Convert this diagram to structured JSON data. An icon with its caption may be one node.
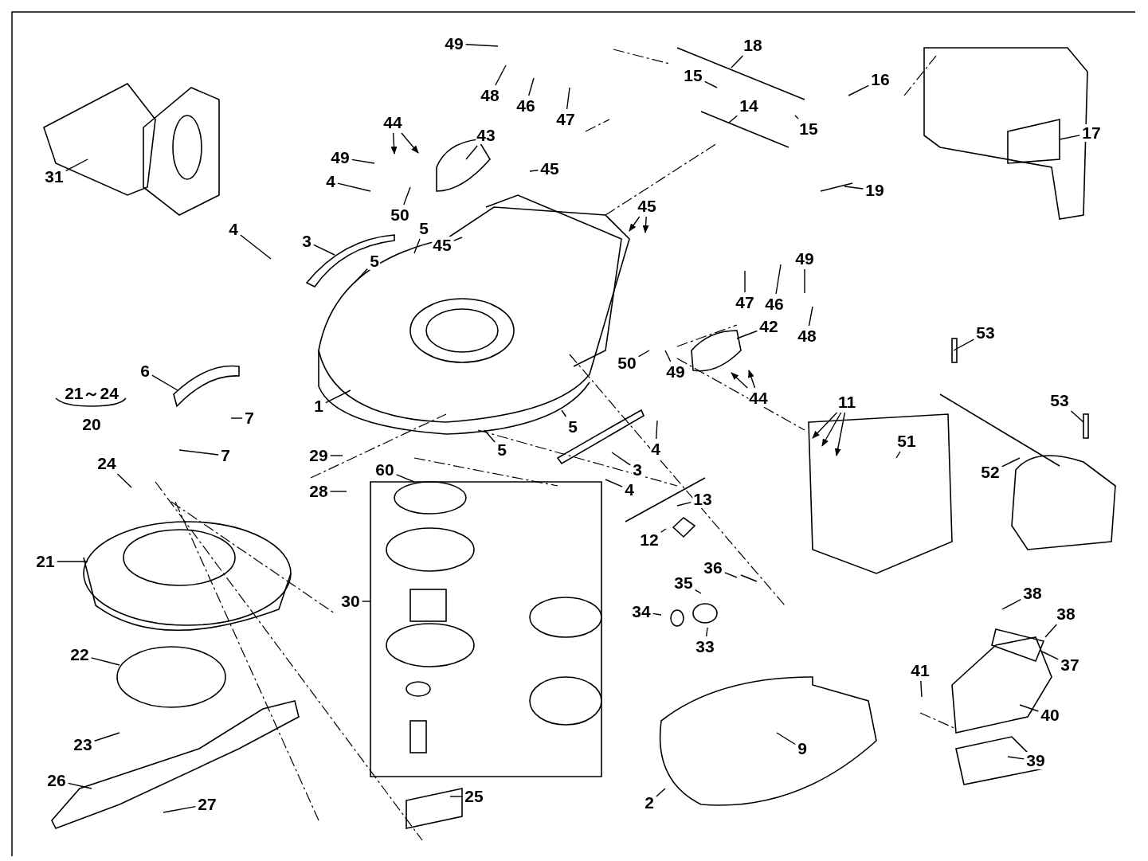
{
  "diagram": {
    "nodes": [
      {
        "text": [
          "31"
        ]
      },
      {
        "text": [
          "49"
        ]
      },
      {
        "text": [
          "48"
        ]
      },
      {
        "text": [
          "46"
        ]
      },
      {
        "text": [
          "47"
        ]
      },
      {
        "text": [
          "18"
        ]
      },
      {
        "text": [
          "15"
        ]
      },
      {
        "text": [
          "14"
        ]
      },
      {
        "text": [
          "15"
        ]
      },
      {
        "text": [
          "16"
        ]
      },
      {
        "text": [
          "17"
        ]
      },
      {
        "text": [
          "19"
        ]
      },
      {
        "text": [
          "44"
        ]
      },
      {
        "text": [
          "43"
        ]
      },
      {
        "text": [
          "49"
        ]
      },
      {
        "text": [
          "45"
        ]
      },
      {
        "text": [
          "4"
        ]
      },
      {
        "text": [
          "50"
        ]
      },
      {
        "text": [
          "5"
        ]
      },
      {
        "text": [
          "45"
        ]
      },
      {
        "text": [
          "45"
        ]
      },
      {
        "text": [
          "4"
        ]
      },
      {
        "text": [
          "3"
        ]
      },
      {
        "text": [
          "5"
        ]
      },
      {
        "text": [
          "49"
        ]
      },
      {
        "text": [
          "47"
        ]
      },
      {
        "text": [
          "46"
        ]
      },
      {
        "text": [
          "48"
        ]
      },
      {
        "text": [
          "53"
        ]
      },
      {
        "text": [
          "42"
        ]
      },
      {
        "text": [
          "50"
        ]
      },
      {
        "text": [
          "49"
        ]
      },
      {
        "text": [
          "44"
        ]
      },
      {
        "text": [
          "6"
        ]
      },
      {
        "text": [
          "1"
        ]
      },
      {
        "text": [
          "7"
        ]
      },
      {
        "text": [
          "7"
        ]
      },
      {
        "text": [
          "5"
        ]
      },
      {
        "text": [
          "5"
        ]
      },
      {
        "text": [
          "4"
        ]
      },
      {
        "text": [
          "3"
        ]
      },
      {
        "text": [
          "4"
        ]
      },
      {
        "text": [
          "11"
        ]
      },
      {
        "text": [
          "51"
        ]
      },
      {
        "text": [
          "53"
        ]
      },
      {
        "text": [
          "52"
        ]
      },
      {
        "text": [
          "29"
        ]
      },
      {
        "text": [
          "28"
        ]
      },
      {
        "text": [
          "60"
        ]
      },
      {
        "text": [
          "24"
        ]
      },
      {
        "text": [
          "13"
        ]
      },
      {
        "text": [
          "12"
        ]
      },
      {
        "text": [
          "21"
        ]
      },
      {
        "text": [
          "30"
        ]
      },
      {
        "text": [
          "36"
        ]
      },
      {
        "text": [
          "35"
        ]
      },
      {
        "text": [
          "34"
        ]
      },
      {
        "text": [
          "33"
        ]
      },
      {
        "text": [
          "38"
        ]
      },
      {
        "text": [
          "38"
        ]
      },
      {
        "text": [
          "37"
        ]
      },
      {
        "text": [
          "22"
        ]
      },
      {
        "text": [
          "41"
        ]
      },
      {
        "text": [
          "40"
        ]
      },
      {
        "text": [
          "23"
        ]
      },
      {
        "text": [
          "9"
        ]
      },
      {
        "text": [
          "39"
        ]
      },
      {
        "text": [
          "26"
        ]
      },
      {
        "text": [
          "27"
        ]
      },
      {
        "text": [
          "25"
        ]
      },
      {
        "text": [
          "2"
        ]
      }
    ],
    "edges": [
      {
        "from": 0,
        "to": null,
        "arrow": "none"
      },
      {
        "from": 1,
        "to": null,
        "arrow": "none"
      },
      {
        "from": 2,
        "to": null,
        "arrow": "none"
      },
      {
        "from": 3,
        "to": null,
        "arrow": "none"
      },
      {
        "from": 4,
        "to": null,
        "arrow": "none"
      },
      {
        "from": 5,
        "to": null,
        "arrow": "none"
      },
      {
        "from": 6,
        "to": null,
        "arrow": "none"
      },
      {
        "from": 7,
        "to": null,
        "arrow": "none"
      },
      {
        "from": 8,
        "to": null,
        "arrow": "none"
      },
      {
        "from": 9,
        "to": null,
        "arrow": "none"
      },
      {
        "from": 10,
        "to": null,
        "arrow": "none"
      },
      {
        "from": 11,
        "to": null,
        "arrow": "none"
      },
      {
        "from": 12,
        "to": null,
        "arrow": "to"
      },
      {
        "from": 12,
        "to": null,
        "arrow": "to"
      },
      {
        "from": 13,
        "to": null,
        "arrow": "none"
      },
      {
        "from": 14,
        "to": null,
        "arrow": "none"
      },
      {
        "from": 15,
        "to": null,
        "arrow": "none"
      },
      {
        "from": 16,
        "to": null,
        "arrow": "none"
      },
      {
        "from": 17,
        "to": null,
        "arrow": "none"
      },
      {
        "from": 18,
        "to": null,
        "arrow": "none"
      },
      {
        "from": 19,
        "to": null,
        "arrow": "none"
      },
      {
        "from": 20,
        "to": null,
        "arrow": "to"
      },
      {
        "from": 20,
        "to": null,
        "arrow": "to"
      },
      {
        "from": 21,
        "to": null,
        "arrow": "none"
      },
      {
        "from": 22,
        "to": null,
        "arrow": "none"
      },
      {
        "from": 23,
        "to": null,
        "arrow": "none"
      },
      {
        "from": 24,
        "to": null,
        "arrow": "none"
      },
      {
        "from": 25,
        "to": null,
        "arrow": "none"
      },
      {
        "from": 26,
        "to": null,
        "arrow": "none"
      },
      {
        "from": 27,
        "to": null,
        "arrow": "none"
      },
      {
        "from": 28,
        "to": null,
        "arrow": "none"
      },
      {
        "from": 29,
        "to": null,
        "arrow": "none"
      },
      {
        "from": 30,
        "to": null,
        "arrow": "none"
      },
      {
        "from": 31,
        "to": null,
        "arrow": "none"
      },
      {
        "from": 32,
        "to": null,
        "arrow": "to"
      },
      {
        "from": 32,
        "to": null,
        "arrow": "to"
      },
      {
        "from": 33,
        "to": null,
        "arrow": "none"
      },
      {
        "from": 34,
        "to": null,
        "arrow": "none"
      },
      {
        "from": 35,
        "to": null,
        "arrow": "none"
      },
      {
        "from": 36,
        "to": null,
        "arrow": "none"
      },
      {
        "from": 37,
        "to": null,
        "arrow": "none"
      },
      {
        "from": 38,
        "to": null,
        "arrow": "none"
      },
      {
        "from": 39,
        "to": null,
        "arrow": "none"
      },
      {
        "from": 40,
        "to": null,
        "arrow": "none"
      },
      {
        "from": 41,
        "to": null,
        "arrow": "none"
      },
      {
        "from": 42,
        "to": null,
        "arrow": "to"
      },
      {
        "from": 42,
        "to": null,
        "arrow": "to"
      },
      {
        "from": 42,
        "to": null,
        "arrow": "to"
      },
      {
        "from": 43,
        "to": null,
        "arrow": "none"
      },
      {
        "from": 44,
        "to": null,
        "arrow": "none"
      },
      {
        "from": 45,
        "to": null,
        "arrow": "none"
      },
      {
        "from": 46,
        "to": null,
        "arrow": "none"
      },
      {
        "from": 47,
        "to": null,
        "arrow": "none"
      },
      {
        "from": 48,
        "to": null,
        "arrow": "none"
      },
      {
        "from": 49,
        "to": null,
        "arrow": "none"
      },
      {
        "from": 50,
        "to": null,
        "arrow": "none"
      },
      {
        "from": 51,
        "to": null,
        "arrow": "none"
      },
      {
        "from": 52,
        "to": null,
        "arrow": "none"
      },
      {
        "from": 53,
        "to": null,
        "arrow": "none"
      },
      {
        "from": 54,
        "to": null,
        "arrow": "none"
      },
      {
        "from": 55,
        "to": null,
        "arrow": "none"
      },
      {
        "from": 56,
        "to": null,
        "arrow": "none"
      },
      {
        "from": 57,
        "to": null,
        "arrow": "none"
      },
      {
        "from": 58,
        "to": null,
        "arrow": "none"
      },
      {
        "from": 59,
        "to": null,
        "arrow": "none"
      },
      {
        "from": 60,
        "to": null,
        "arrow": "none"
      },
      {
        "from": 61,
        "to": null,
        "arrow": "none"
      },
      {
        "from": 62,
        "to": null,
        "arrow": "none"
      },
      {
        "from": 63,
        "to": null,
        "arrow": "none"
      },
      {
        "from": 64,
        "to": null,
        "arrow": "none"
      },
      {
        "from": 65,
        "to": null,
        "arrow": "none"
      },
      {
        "from": 66,
        "to": null,
        "arrow": "none"
      },
      {
        "from": 67,
        "to": null,
        "arrow": "none"
      },
      {
        "from": 68,
        "to": null,
        "arrow": "none"
      },
      {
        "from": 69,
        "to": null,
        "arrow": "none"
      },
      {
        "from": 70,
        "to": null,
        "arrow": "none"
      }
    ],
    "labels": [
      "21～24",
      "20"
    ]
  }
}
